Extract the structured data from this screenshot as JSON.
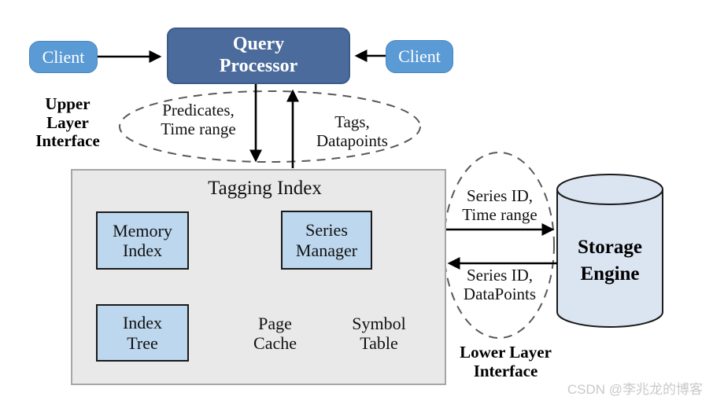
{
  "diagram": {
    "clients": {
      "left": "Client",
      "right": "Client"
    },
    "query_processor": {
      "lines": [
        "Query",
        "Processor"
      ]
    },
    "upper_label": {
      "lines": [
        "Upper",
        "Layer",
        "Interface"
      ]
    },
    "lower_label": {
      "lines": [
        "Lower Layer",
        "Interface"
      ]
    },
    "flows": {
      "predicates": {
        "lines": [
          "Predicates,",
          "Time range"
        ]
      },
      "tags": {
        "lines": [
          "Tags,",
          "Datapoints"
        ]
      },
      "series_query": {
        "lines": [
          "Series ID,",
          "Time range"
        ]
      },
      "series_result": {
        "lines": [
          "Series ID,",
          "DataPoints"
        ]
      }
    },
    "tagging_index": {
      "title": "Tagging Index",
      "memory_index": {
        "lines": [
          "Memory",
          "Index"
        ]
      },
      "index_tree": {
        "lines": [
          "Index",
          "Tree"
        ]
      },
      "series_manager": {
        "lines": [
          "Series",
          "Manager"
        ]
      },
      "page_cache": {
        "lines": [
          "Page",
          "Cache"
        ]
      },
      "symbol_table": {
        "lines": [
          "Symbol",
          "Table"
        ]
      }
    },
    "storage_engine": {
      "lines": [
        "Storage",
        "Engine"
      ]
    },
    "watermark": "CSDN @李兆龙的博客",
    "colors": {
      "client_fill": "#5b9bd5",
      "processor_fill": "#4a6b9b",
      "node_fill": "#bdd7ee",
      "storage_fill": "#dbe5f1",
      "container_fill": "#e9e9e9",
      "dash_stroke": "#595959",
      "arrow": "#000000"
    }
  }
}
